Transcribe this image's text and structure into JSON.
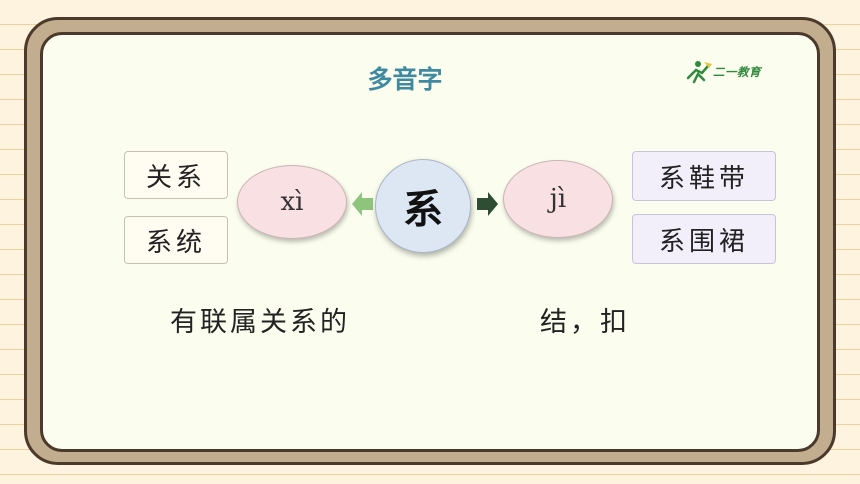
{
  "header": {
    "title": "多音字",
    "logo_text": "二一教育"
  },
  "center": {
    "character": "系"
  },
  "left": {
    "pinyin": "xì",
    "words": [
      "关系",
      "系统"
    ],
    "meaning": "有联属关系的"
  },
  "right": {
    "pinyin": "jì",
    "words": [
      "系鞋带",
      "系围裙"
    ],
    "meaning": "结，扣"
  },
  "colors": {
    "background": "#fdf3df",
    "frame": "#c2ad8e",
    "panel": "#fbfdee",
    "title": "#3f8aa0",
    "left_arrow": "#8fc47d",
    "right_arrow": "#2e4d33",
    "pinyin_oval": "#f9e0e3",
    "center_circle": "#dde7f4"
  }
}
